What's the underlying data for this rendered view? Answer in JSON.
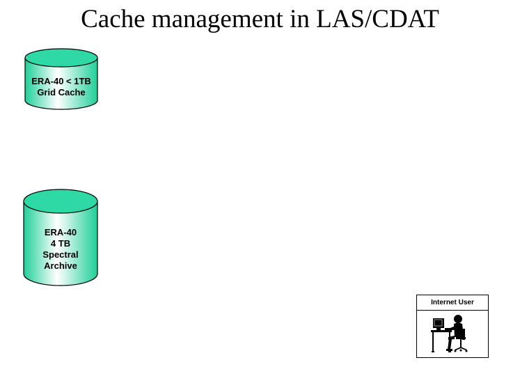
{
  "title": "Cache management in LAS/CDAT",
  "cache": {
    "lines": [
      "ERA-40 < 1TB",
      "Grid Cache"
    ],
    "icon": "database-cylinder-icon",
    "color": "#2fd9a6"
  },
  "archive": {
    "lines": [
      "ERA-40",
      "4 TB",
      "Spectral",
      "Archive"
    ],
    "icon": "database-cylinder-icon",
    "color": "#2fd9a6"
  },
  "user": {
    "label": "Internet User",
    "icon": "person-at-computer-icon"
  }
}
